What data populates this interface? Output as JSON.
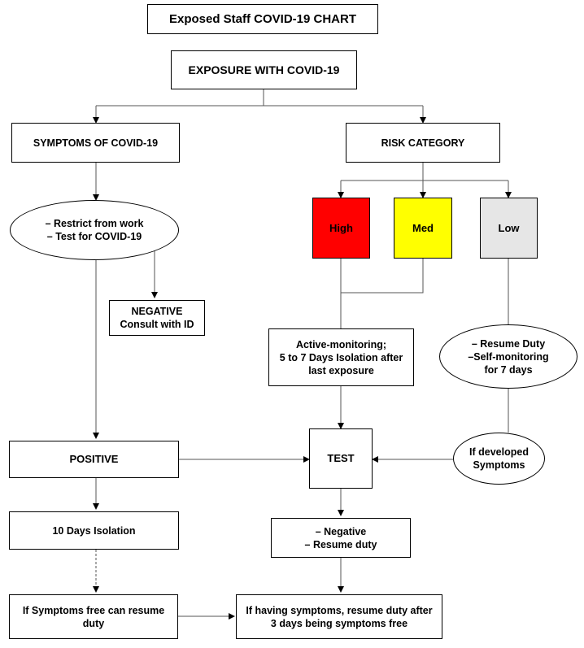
{
  "title": "Exposed Staff COVID-19 CHART",
  "nodes": {
    "exposure": "EXPOSURE WITH COVID-19",
    "symptoms": "SYMPTOMS OF COVID-19",
    "risk_category": "RISK CATEGORY",
    "restrict_test": "– Restrict from work\n– Test for COVID-19",
    "high": "High",
    "med": "Med",
    "low": "Low",
    "negative_consult": "NEGATIVE\nConsult with ID",
    "active_monitoring": "Active-monitoring;\n5 to 7 Days Isolation after\nlast exposure",
    "resume_self_monitor": "– Resume Duty\n–Self-monitoring\nfor 7 days",
    "positive": "POSITIVE",
    "test": "TEST",
    "if_developed": "If developed\nSymptoms",
    "ten_days": "10 Days Isolation",
    "negative_resume": "– Negative\n– Resume duty",
    "symptoms_free_resume": "If Symptoms free can resume\nduty",
    "having_symptoms_resume": "If having symptoms, resume duty after\n3 days being symptoms free"
  },
  "colors": {
    "high": "#ff0000",
    "med": "#ffff00",
    "low": "#e6e6e6"
  }
}
